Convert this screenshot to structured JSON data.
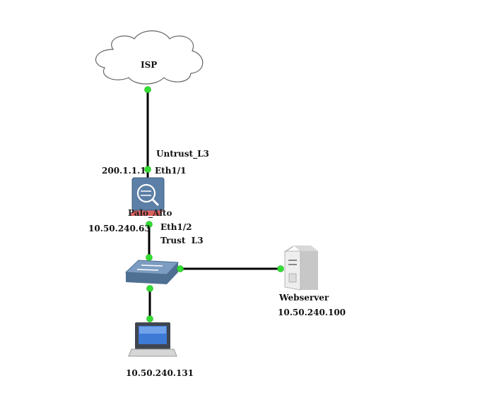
{
  "diagram": {
    "isp": {
      "label": "ISP"
    },
    "firewall": {
      "name": "Palo_Alto",
      "untrust_zone": "Untrust_L3",
      "untrust_ip": "200.1.1.1",
      "untrust_if": "Eth1/1",
      "trust_if": "Eth1/2",
      "trust_zone": "Trust  L3",
      "trust_ip": "10.50.240.63"
    },
    "switch": {
      "icon": "switch-icon"
    },
    "webserver": {
      "name": "Webserver",
      "ip": "10.50.240.100",
      "icon": "server-icon"
    },
    "laptop": {
      "ip": "10.50.240.131",
      "icon": "laptop-icon"
    },
    "colors": {
      "link": "#000000",
      "port": "#33dd33",
      "firewall": "#5b7fa6",
      "firewall_base": "#e05050",
      "switch": "#6a8fb8"
    }
  }
}
